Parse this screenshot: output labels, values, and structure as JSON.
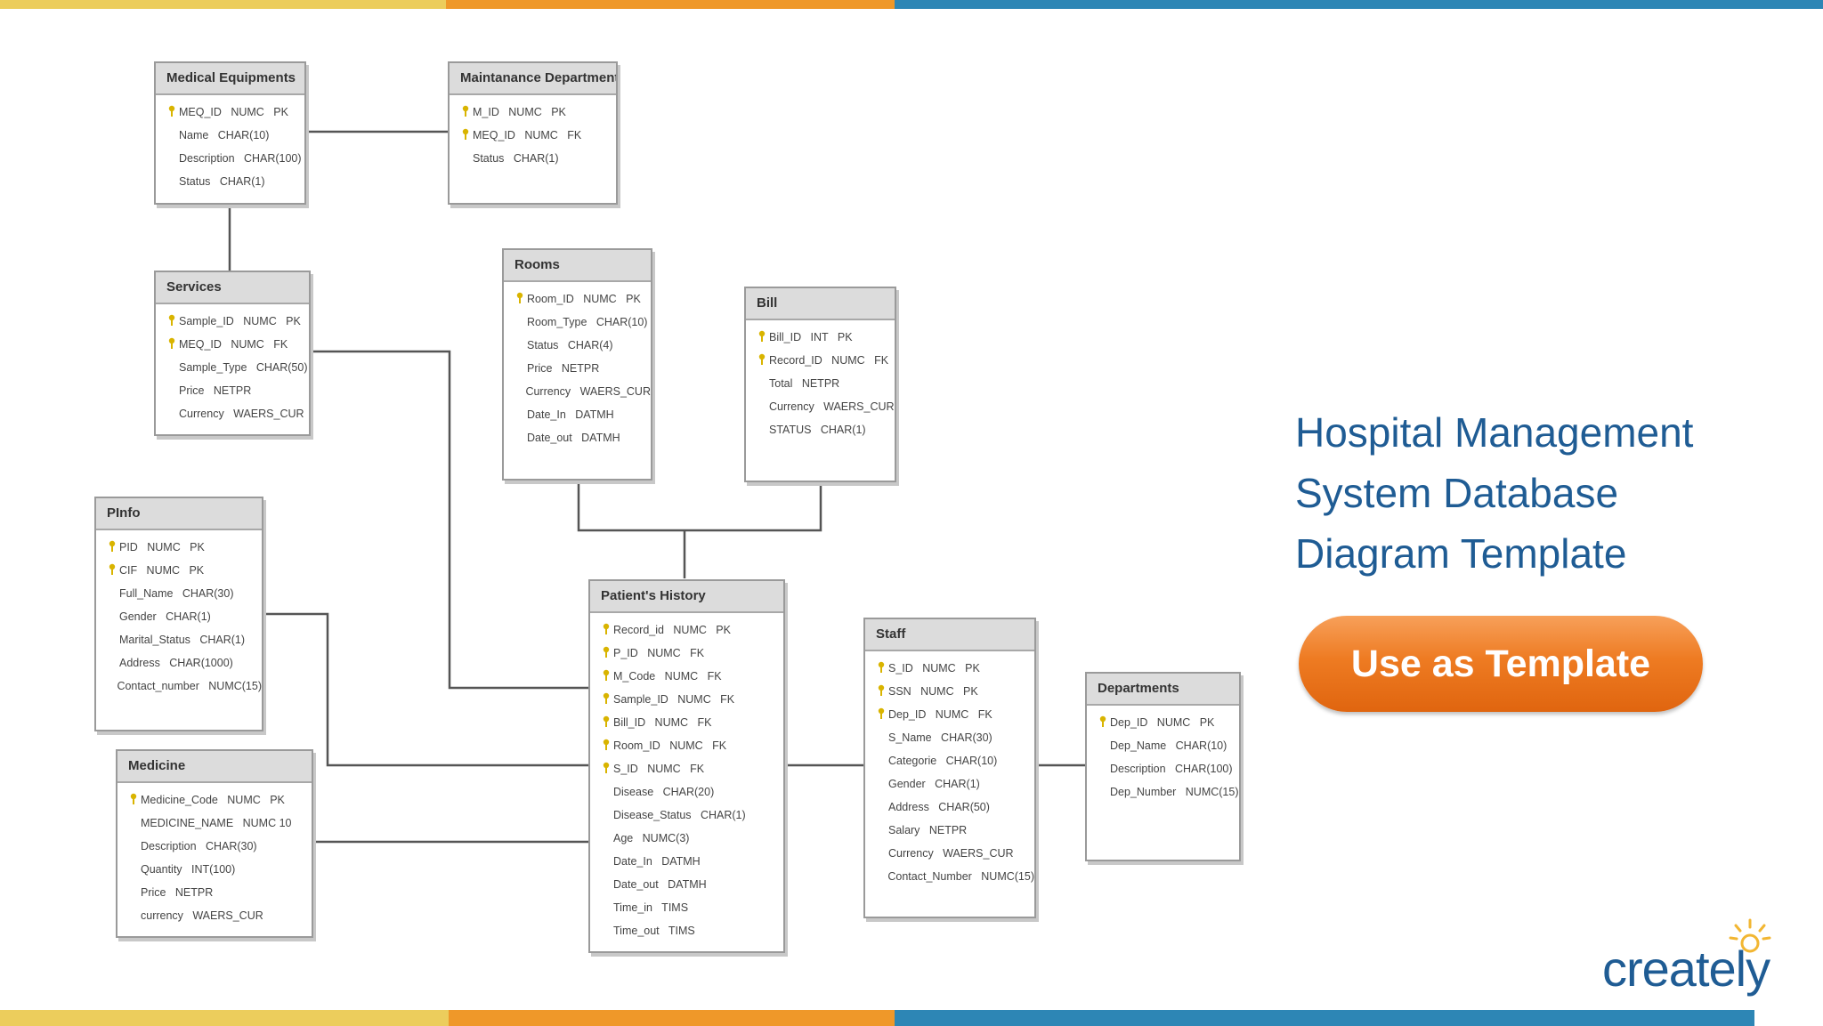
{
  "colors": {
    "bar_yellow": "#eccd5c",
    "bar_orange": "#ef9829",
    "bar_blue": "#2d86b5",
    "title": "#1f5c94",
    "button": "#ee7b22",
    "key": "#d9b400"
  },
  "title": {
    "line1": "Hospital Management",
    "line2": "System  Database",
    "line3": "Diagram Template"
  },
  "button_label": "Use as Template",
  "logo": "creately",
  "entities": [
    {
      "id": "medical_equipments",
      "name": "Medical Equipments",
      "rows": [
        {
          "text": "MEQ_ID   NUMC   PK",
          "key": true
        },
        {
          "text": "Name   CHAR(10)",
          "key": false
        },
        {
          "text": "Description   CHAR(100)",
          "key": false
        },
        {
          "text": "Status   CHAR(1)",
          "key": false
        }
      ]
    },
    {
      "id": "maintanance_department",
      "name": "Maintanance Department",
      "rows": [
        {
          "text": "M_ID   NUMC   PK",
          "key": true
        },
        {
          "text": "MEQ_ID   NUMC   FK",
          "key": true
        },
        {
          "text": "Status   CHAR(1)",
          "key": false
        }
      ]
    },
    {
      "id": "services",
      "name": "Services",
      "rows": [
        {
          "text": "Sample_ID   NUMC   PK",
          "key": true
        },
        {
          "text": "MEQ_ID   NUMC   FK",
          "key": true
        },
        {
          "text": "Sample_Type   CHAR(50)",
          "key": false
        },
        {
          "text": "Price   NETPR",
          "key": false
        },
        {
          "text": "Currency   WAERS_CUR",
          "key": false
        }
      ]
    },
    {
      "id": "rooms",
      "name": "Rooms",
      "rows": [
        {
          "text": "Room_ID   NUMC   PK",
          "key": true
        },
        {
          "text": "Room_Type   CHAR(10)",
          "key": false
        },
        {
          "text": "Status   CHAR(4)",
          "key": false
        },
        {
          "text": "Price   NETPR",
          "key": false
        },
        {
          "text": "Currency   WAERS_CUR",
          "key": false
        },
        {
          "text": "Date_In   DATMH",
          "key": false
        },
        {
          "text": "Date_out   DATMH",
          "key": false
        }
      ]
    },
    {
      "id": "bill",
      "name": "Bill",
      "rows": [
        {
          "text": "Bill_ID   INT   PK",
          "key": true
        },
        {
          "text": "Record_ID   NUMC   FK",
          "key": true
        },
        {
          "text": "Total   NETPR",
          "key": false
        },
        {
          "text": "Currency   WAERS_CUR",
          "key": false
        },
        {
          "text": "STATUS   CHAR(1)",
          "key": false
        }
      ]
    },
    {
      "id": "pinfo",
      "name": "PInfo",
      "rows": [
        {
          "text": "PID   NUMC   PK",
          "key": true
        },
        {
          "text": "CIF   NUMC   PK",
          "key": true
        },
        {
          "text": "Full_Name   CHAR(30)",
          "key": false
        },
        {
          "text": "Gender   CHAR(1)",
          "key": false
        },
        {
          "text": "Marital_Status   CHAR(1)",
          "key": false
        },
        {
          "text": "Address   CHAR(1000)",
          "key": false
        },
        {
          "text": "Contact_number   NUMC(15)",
          "key": false
        }
      ]
    },
    {
      "id": "medicine",
      "name": "Medicine",
      "rows": [
        {
          "text": "Medicine_Code   NUMC   PK",
          "key": true
        },
        {
          "text": "MEDICINE_NAME   NUMC 10",
          "key": false
        },
        {
          "text": "Description   CHAR(30)",
          "key": false
        },
        {
          "text": "Quantity   INT(100)",
          "key": false
        },
        {
          "text": "Price   NETPR",
          "key": false
        },
        {
          "text": "currency   WAERS_CUR",
          "key": false
        }
      ]
    },
    {
      "id": "patients_history",
      "name": "Patient's History",
      "rows": [
        {
          "text": "Record_id   NUMC   PK",
          "key": true
        },
        {
          "text": "P_ID   NUMC   FK",
          "key": true
        },
        {
          "text": "M_Code   NUMC   FK",
          "key": true
        },
        {
          "text": "Sample_ID   NUMC   FK",
          "key": true
        },
        {
          "text": "Bill_ID   NUMC   FK",
          "key": true
        },
        {
          "text": "Room_ID   NUMC   FK",
          "key": true
        },
        {
          "text": "S_ID   NUMC   FK",
          "key": true
        },
        {
          "text": "Disease   CHAR(20)",
          "key": false
        },
        {
          "text": "Disease_Status   CHAR(1)",
          "key": false
        },
        {
          "text": "Age   NUMC(3)",
          "key": false
        },
        {
          "text": "Date_In   DATMH",
          "key": false
        },
        {
          "text": "Date_out   DATMH",
          "key": false
        },
        {
          "text": "Time_in   TIMS",
          "key": false
        },
        {
          "text": "Time_out   TIMS",
          "key": false
        }
      ]
    },
    {
      "id": "staff",
      "name": "Staff",
      "rows": [
        {
          "text": "S_ID   NUMC   PK",
          "key": true
        },
        {
          "text": "SSN   NUMC   PK",
          "key": true
        },
        {
          "text": "Dep_ID   NUMC   FK",
          "key": true
        },
        {
          "text": "S_Name   CHAR(30)",
          "key": false
        },
        {
          "text": "Categorie   CHAR(10)",
          "key": false
        },
        {
          "text": "Gender   CHAR(1)",
          "key": false
        },
        {
          "text": "Address   CHAR(50)",
          "key": false
        },
        {
          "text": "Salary   NETPR",
          "key": false
        },
        {
          "text": "Currency   WAERS_CUR",
          "key": false
        },
        {
          "text": "Contact_Number   NUMC(15)",
          "key": false
        }
      ]
    },
    {
      "id": "departments",
      "name": "Departments",
      "rows": [
        {
          "text": "Dep_ID   NUMC   PK",
          "key": true
        },
        {
          "text": "Dep_Name   CHAR(10)",
          "key": false
        },
        {
          "text": "Description   CHAR(100)",
          "key": false
        },
        {
          "text": "Dep_Number   NUMC(15)",
          "key": false
        }
      ]
    }
  ]
}
